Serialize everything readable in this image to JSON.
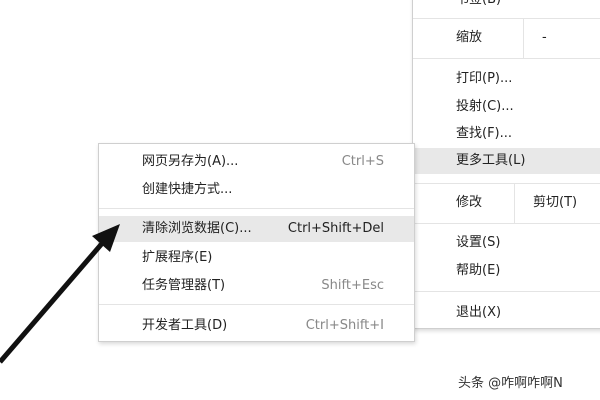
{
  "main_menu": {
    "bookmarks": "书签(B)",
    "zoom": {
      "label": "缩放",
      "minus": "-"
    },
    "print": "打印(P)...",
    "cast": "投射(C)...",
    "find": "查找(F)...",
    "more_tools": "更多工具(L)",
    "edit": {
      "label": "修改",
      "cut": "剪切(T)"
    },
    "settings": "设置(S)",
    "help": "帮助(E)",
    "exit": "退出(X)"
  },
  "submenu": [
    {
      "label": "网页另存为(A)...",
      "shortcut": "Ctrl+S"
    },
    {
      "label": "创建快捷方式...",
      "shortcut": ""
    },
    {
      "label": "清除浏览数据(C)...",
      "shortcut": "Ctrl+Shift+Del"
    },
    {
      "label": "扩展程序(E)",
      "shortcut": ""
    },
    {
      "label": "任务管理器(T)",
      "shortcut": "Shift+Esc"
    },
    {
      "label": "开发者工具(D)",
      "shortcut": "Ctrl+Shift+I"
    }
  ],
  "watermark": "头条 @咋啊咋啊N"
}
